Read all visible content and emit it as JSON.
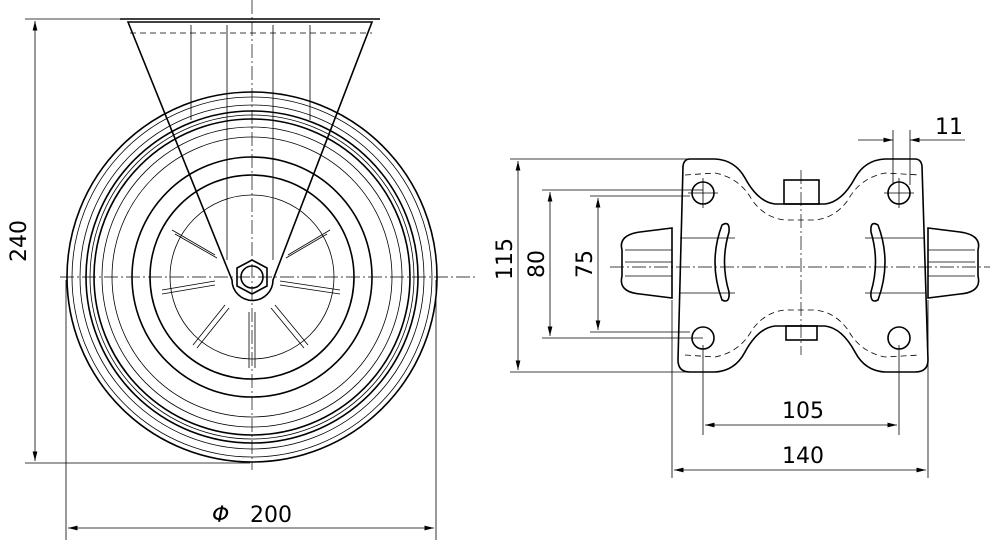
{
  "title": "Fixed castor technical drawing",
  "front_view": {
    "height_dim": "240",
    "diameter_symbol": "Φ",
    "diameter_dim": "200"
  },
  "top_view": {
    "plate_length_dim": "115",
    "hole_spacing_length_dim": "80",
    "slot_dim": "75",
    "hole_spacing_width_dim": "105",
    "plate_width_dim": "140",
    "hole_diameter_dim": "11"
  },
  "colors": {
    "line": "#000000",
    "background": "#ffffff"
  }
}
